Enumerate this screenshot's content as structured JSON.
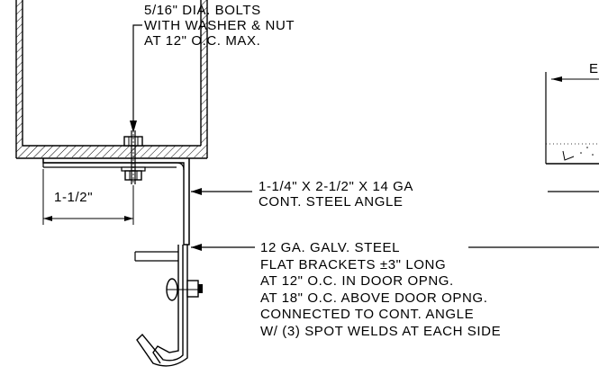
{
  "bolt_note": {
    "lines": [
      "5/16\" DIA. BOLTS",
      "WITH WASHER & NUT",
      "AT 12\" O.C. MAX."
    ]
  },
  "dimension": {
    "label": "1-1/2\""
  },
  "angle_note": {
    "lines": [
      "1-1/4\" X 2-1/2\" X 14 GA",
      "CONT. STEEL ANGLE"
    ]
  },
  "bracket_note": {
    "lines": [
      "12 GA. GALV. STEEL",
      "FLAT BRACKETS ±3\" LONG",
      "AT 12\" O.C. IN DOOR OPNG.",
      "AT 18\" O.C. ABOVE DOOR OPNG.",
      "CONNECTED TO CONT. ANGLE",
      "W/ (3) SPOT WELDS AT EACH SIDE"
    ]
  },
  "right_edge_label": {
    "text": "E"
  }
}
